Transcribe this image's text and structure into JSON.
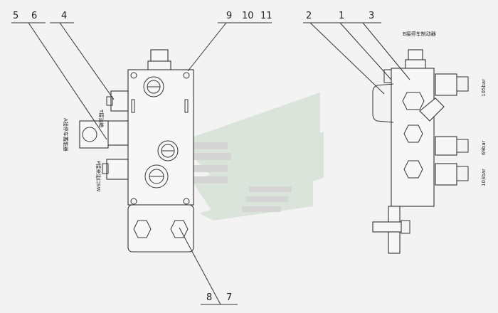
{
  "callouts": {
    "c5": "5",
    "c6": "6",
    "c4": "4",
    "c9": "9",
    "c10": "10",
    "c11": "11",
    "c2": "2",
    "c1": "1",
    "c3": "3",
    "c8": "8",
    "c7": "7"
  },
  "port_labels": {
    "t_port": "T接油箱",
    "a_port": "A接停车蓄能器",
    "p_port": "P接来油口SW",
    "b_port": "B接停车制动器"
  },
  "pressure_labels": {
    "p105": "105bar",
    "p69": "69bar",
    "p103": "103bar"
  }
}
